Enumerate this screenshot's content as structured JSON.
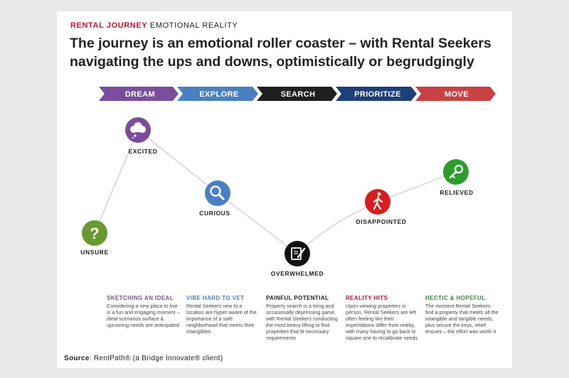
{
  "kicker": {
    "red": "RENTAL JOURNEY",
    "rest": "EMOTIONAL REALITY"
  },
  "headline": "The journey is an emotional roller coaster – with Rental Seekers navigating the ups and downs, optimistically or begrudgingly",
  "stages": [
    {
      "label": "DREAM",
      "color": "#7a4c9c"
    },
    {
      "label": "EXPLORE",
      "color": "#4a7fc1"
    },
    {
      "label": "SEARCH",
      "color": "#1f1f1f"
    },
    {
      "label": "PRIORITIZE",
      "color": "#1e3f78"
    },
    {
      "label": "MOVE",
      "color": "#c74343"
    }
  ],
  "emotions": [
    {
      "label": "UNSURE",
      "icon": "question-icon",
      "color": "#6a9a2d"
    },
    {
      "label": "EXCITED",
      "icon": "thought-cloud-icon",
      "color": "#7a4c9c"
    },
    {
      "label": "CURIOUS",
      "icon": "magnifier-icon",
      "color": "#4a7fc1"
    },
    {
      "label": "OVERWHELMED",
      "icon": "clipboard-pen-icon",
      "color": "#111111"
    },
    {
      "label": "DISAPPOINTED",
      "icon": "walking-person-icon",
      "color": "#d81f1f"
    },
    {
      "label": "RELIEVED",
      "icon": "key-icon",
      "color": "#2a9d2a"
    }
  ],
  "columns": [
    {
      "title": "SKETCHING AN IDEAL",
      "color": "#7a4c9c",
      "text": "Considering a new place to live is a fun and engaging moment – ideal scenarios surface & upcoming needs are anticipated"
    },
    {
      "title": "VIBE HARD TO VET",
      "color": "#4a7fc1",
      "text": "Rental Seekers new to a location are hyper aware of the importance of a safe neighborhood that meets their intangibles"
    },
    {
      "title": "PAINFUL POTENTIAL",
      "color": "#222222",
      "text": "Property search is a tiring and occasionally depressing game, with Rental Seekers conducting the most heavy lifting to find properties that fit necessary requirements"
    },
    {
      "title": "REALITY HITS",
      "color": "#c8102e",
      "text": "Upon viewing properties in person, Rental Seekers are left often feeling like their expectations differ from reality, with many having to go back to square one to recalibrate needs"
    },
    {
      "title": "HECTIC & HOPEFUL",
      "color": "#2f8f3a",
      "text": "The moment Rental Seekers find a property that meets all the intangible and tangible needs, plus secure the keys, relief ensues – the effort was worth it"
    }
  ],
  "source": {
    "label": "Source",
    "text": ": RentPath® (a Bridge Innovate® client)"
  }
}
